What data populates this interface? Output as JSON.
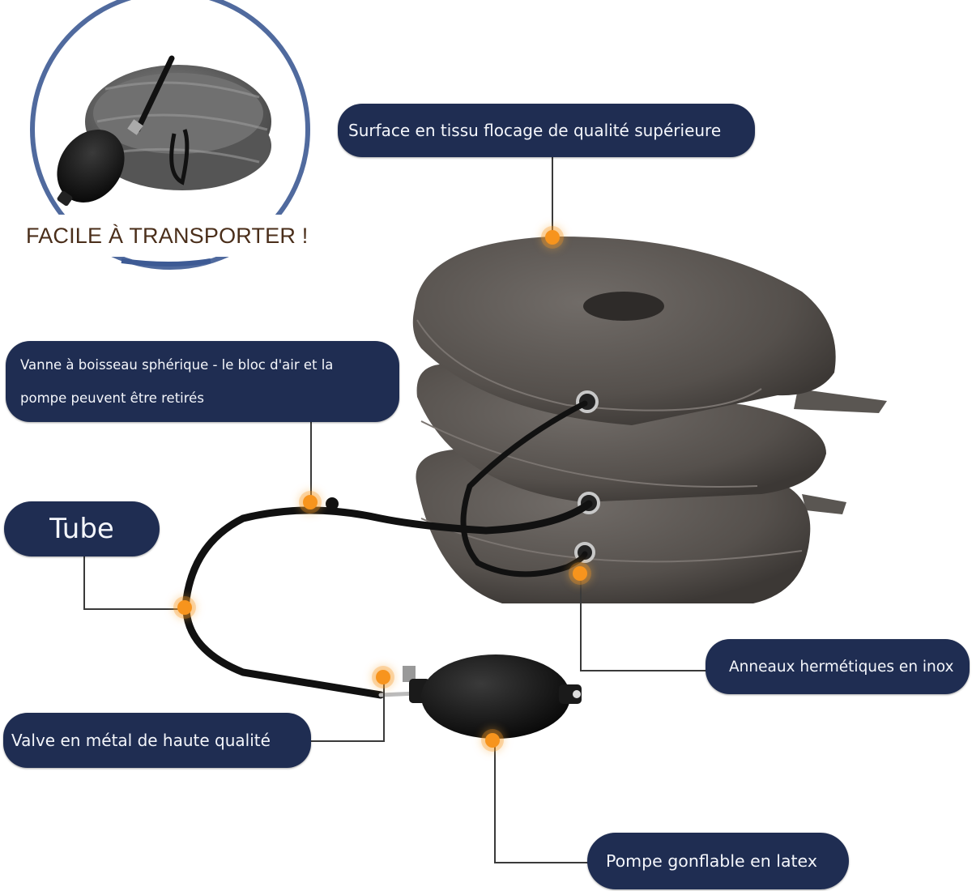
{
  "inset": {
    "caption": "FACILE À TRANSPORTER !",
    "caption_color": "#4a2e1a",
    "ring_color": "#3d5a94"
  },
  "callouts": {
    "surface": "Surface en tissu flocage de qualité supérieure",
    "valve_line1": "Vanne à boisseau sphérique - le bloc d'air et la",
    "valve_line2": "pompe peuvent être retirés",
    "tube": "Tube",
    "metal_valve": "Valve en métal de haute qualité",
    "rings": "Anneaux hermétiques en inox",
    "pump": "Pompe gonflable en latex"
  },
  "colors": {
    "callout_bg": "#1f2d52",
    "callout_text": "#f4f6fb",
    "marker": "#f7941d",
    "fabric": "#5a5652",
    "tube": "#111111"
  }
}
